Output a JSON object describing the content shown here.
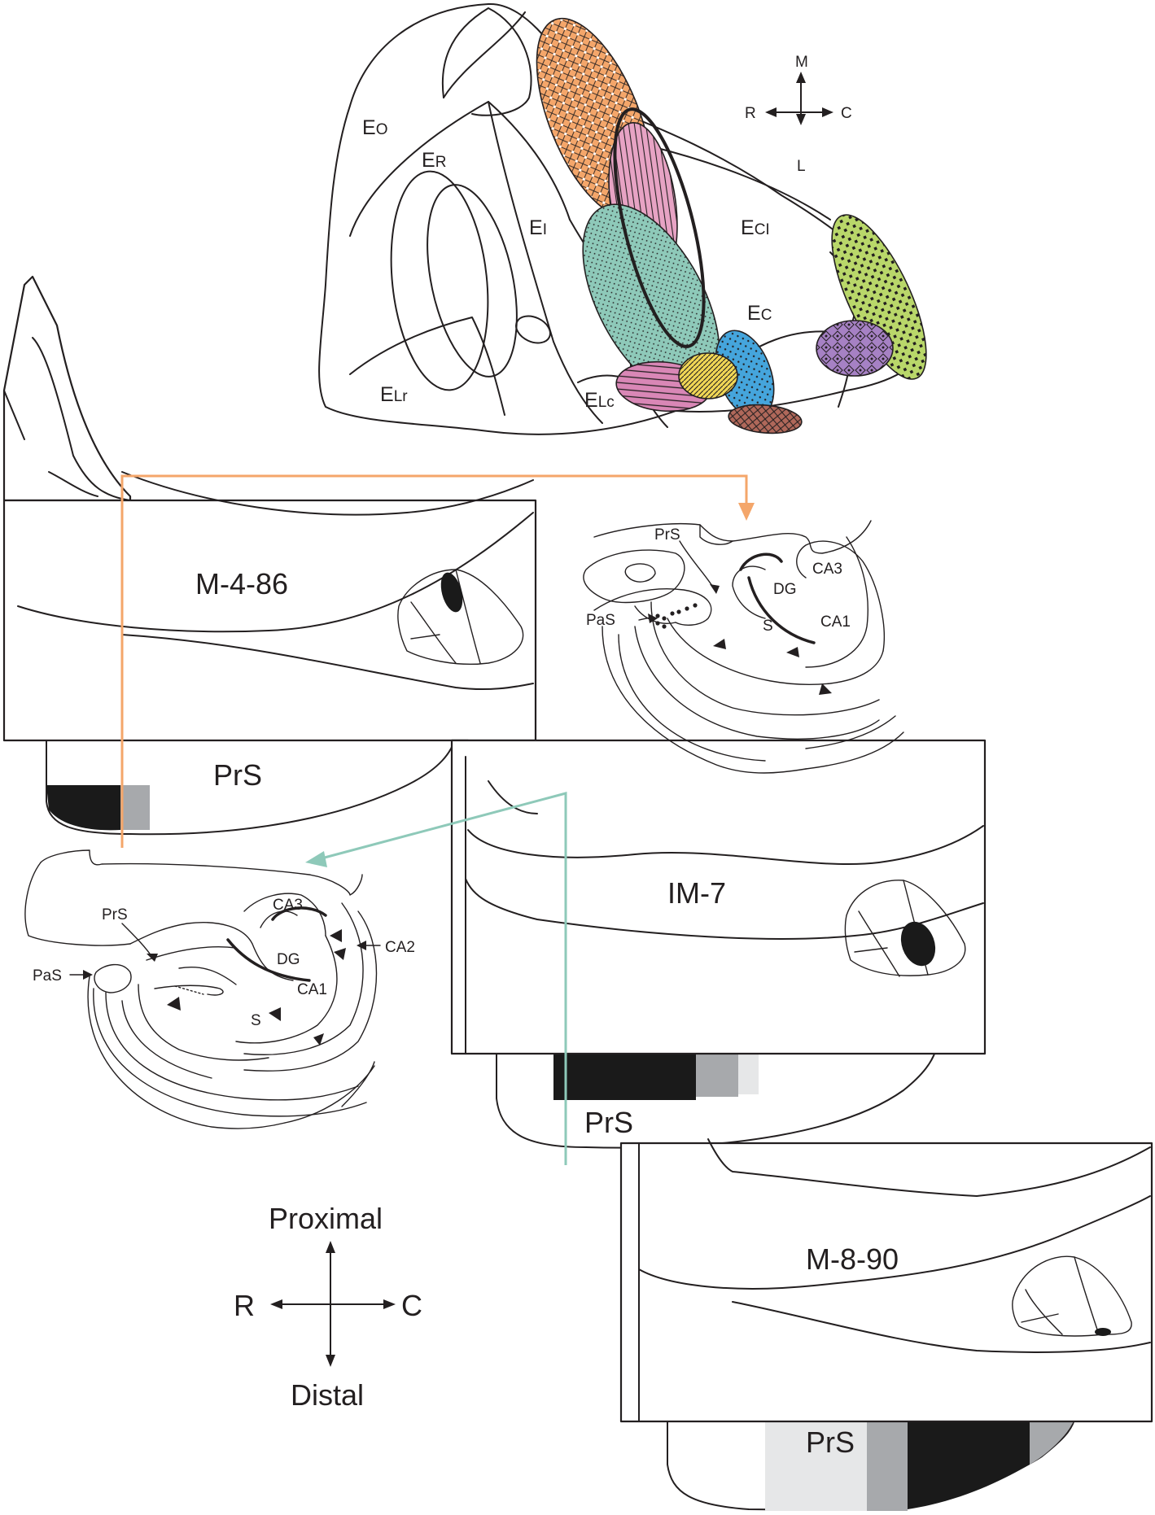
{
  "entorhinal_map": {
    "labels": {
      "eo_main": "E",
      "eo_sub": "O",
      "er_main": "E",
      "er_sub": "R",
      "ei_main": "E",
      "ei_sub": "I",
      "eci_main": "E",
      "eci_sub": "CI",
      "ec_main": "E",
      "ec_sub": "C",
      "elr_main": "E",
      "elr_sub": "Lr",
      "elc_main": "E",
      "elc_sub": "Lc"
    },
    "compass": {
      "up": "M",
      "down": "L",
      "left": "R",
      "right": "C"
    },
    "zone_colors": {
      "orange": "#f4a66a",
      "pink": "#e7a3c4",
      "teal": "#8ec9b9",
      "green": "#b9d76a",
      "purple": "#a681c4",
      "magenta": "#d987b6",
      "yellow": "#f0d655",
      "blue": "#45a5dc",
      "brown": "#b0685a"
    }
  },
  "flatmaps": [
    {
      "id": "M-4-86",
      "presub_label": "PrS"
    },
    {
      "id": "IM-7",
      "presub_label": "PrS"
    },
    {
      "id": "M-8-90",
      "presub_label": "PrS"
    }
  ],
  "hippocampus_right": {
    "labels": [
      "PrS",
      "PaS",
      "DG",
      "CA3",
      "CA1",
      "S"
    ]
  },
  "hippocampus_left": {
    "labels": [
      "PrS",
      "PaS",
      "DG",
      "CA3",
      "CA1",
      "CA2",
      "S"
    ]
  },
  "axes": {
    "up": "Proximal",
    "down": "Distal",
    "left": "R",
    "right": "C"
  },
  "connector_colors": {
    "orange": "#f4a66a",
    "teal": "#8ec9b9"
  }
}
